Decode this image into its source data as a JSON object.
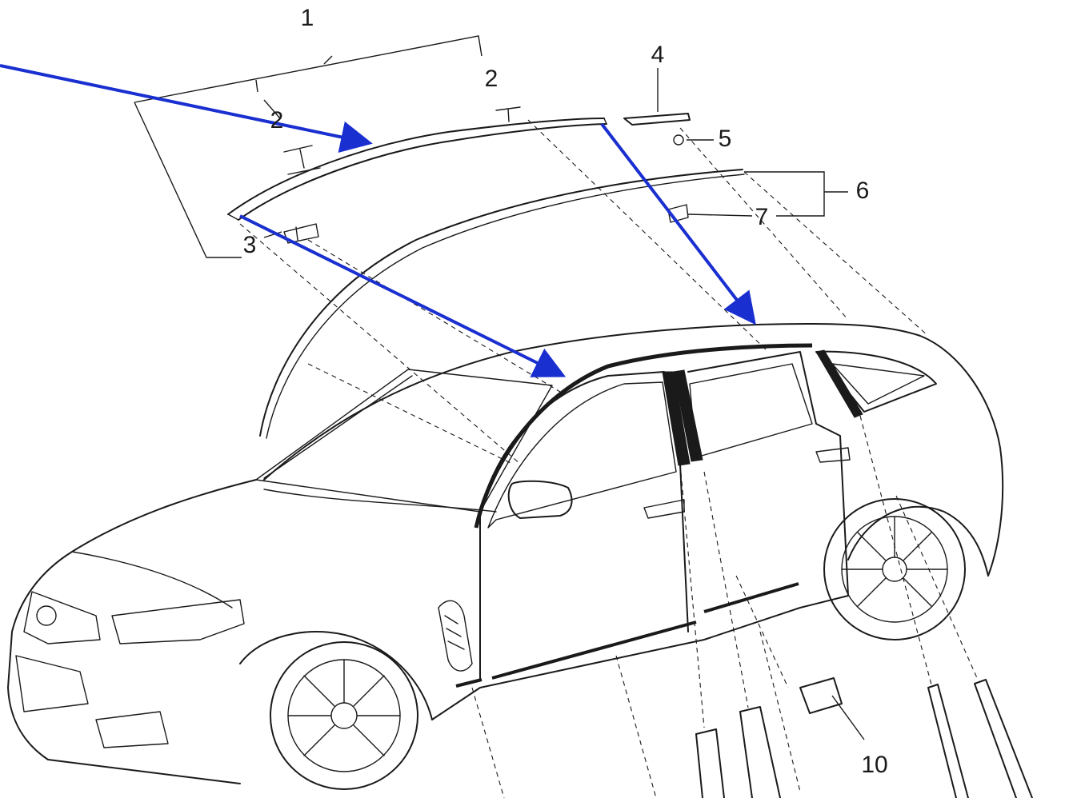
{
  "colors": {
    "arrow": "#1a2fd0",
    "line": "#1a1a1a",
    "background": "#ffffff"
  },
  "callouts": {
    "c1": "1",
    "c2a": "2",
    "c2b": "2",
    "c3": "3",
    "c4": "4",
    "c5": "5",
    "c6": "6",
    "c7": "7",
    "c10": "10"
  }
}
